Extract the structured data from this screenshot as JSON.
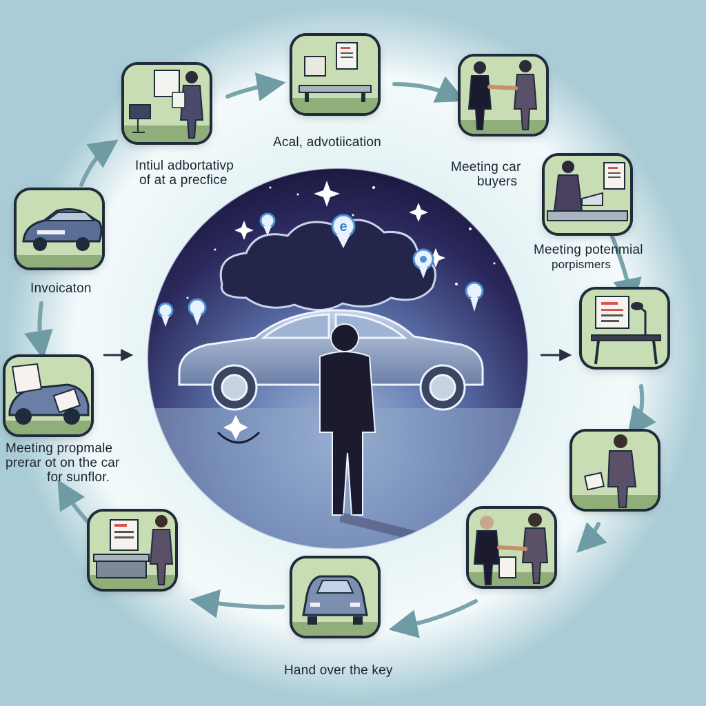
{
  "steps": [
    {
      "id": "initial",
      "label_lines": [
        "Intiul adbortativp",
        "of at a precfice"
      ]
    },
    {
      "id": "advertising",
      "label_lines": [
        "Acal, advotiication"
      ]
    },
    {
      "id": "meeting-car-buyers",
      "label_lines": [
        "Meeting car",
        "buyers"
      ]
    },
    {
      "id": "meeting-potential",
      "label_lines": [
        "Meeting potenmial",
        "porpismers"
      ]
    },
    {
      "id": "invoicing",
      "label_lines": [
        "Invoicaton"
      ]
    },
    {
      "id": "prepare-car",
      "label_lines": [
        "Meeting propmale",
        "prerar ot on the car",
        "for sunflor."
      ]
    },
    {
      "id": "hand-over-key",
      "label_lines": [
        "Hand over the key"
      ]
    }
  ],
  "icons": {
    "cloud_bubble_letter": "e",
    "theme_colors": {
      "background": "#a9ccd6",
      "tile": "#c9ddb4",
      "outline": "#1e2b3a",
      "night": "#2a2350"
    }
  }
}
